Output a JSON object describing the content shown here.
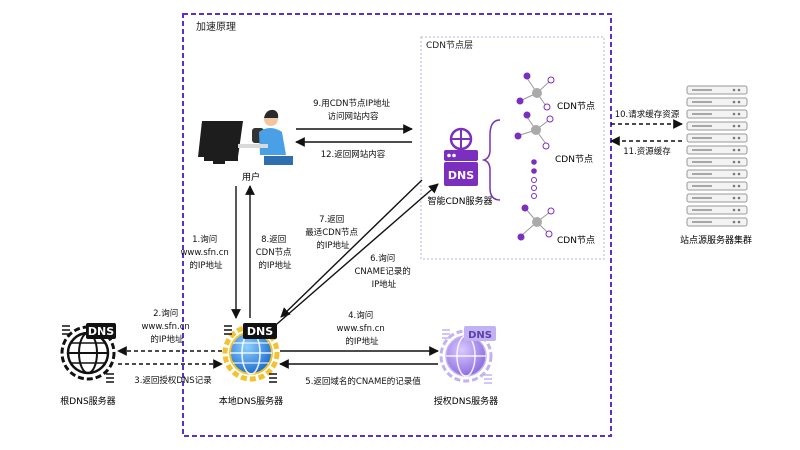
{
  "frame": {
    "title": "加速原理"
  },
  "cdn_layer": {
    "title": "CDN节点层",
    "node_label": "CDN节点",
    "smart_dns_label": "智能CDN服务器",
    "dns_badge": "DNS"
  },
  "nodes": {
    "user": "用户",
    "local_dns": "本地DNS服务器",
    "root_dns": "根DNS服务器",
    "auth_dns": "授权DNS服务器",
    "origin_cluster": "站点源服务器集群",
    "dns_badge": "DNS"
  },
  "steps": {
    "s1": [
      "1.询问",
      "www.sfn.cn",
      "的IP地址"
    ],
    "s2": [
      "2.询问",
      "www.sfn.cn",
      "的IP地址"
    ],
    "s3": [
      "3.返回授权DNS记录"
    ],
    "s4": [
      "4.询问",
      "www.sfn.cn",
      "的IP地址"
    ],
    "s5": [
      "5.返回域名的CNAME的记录值"
    ],
    "s6": [
      "6.询问",
      "CNAME记录的",
      "IP地址"
    ],
    "s7": [
      "7.返回",
      "最适CDN节点",
      "的IP地址"
    ],
    "s8": [
      "8.返回",
      "CDN节点",
      "的IP地址"
    ],
    "s9": [
      "9.用CDN节点IP地址",
      "访问网站内容"
    ],
    "s10": [
      "10.请求缓存资源"
    ],
    "s11": [
      "11.资源缓存"
    ],
    "s12": [
      "12.返回网站内容"
    ]
  },
  "colors": {
    "frame": "#5b2fc9",
    "cdn_box": "#b9b0e6",
    "purple": "#7b2fbe",
    "arrow": "#111111",
    "globe_blue": "#2f7fd6",
    "gear_yellow": "#f2c230"
  },
  "icons": [
    "globe-gear-icon",
    "server-rack-icon",
    "user-computer-icon",
    "network-node-icon",
    "dns-server-icon"
  ]
}
